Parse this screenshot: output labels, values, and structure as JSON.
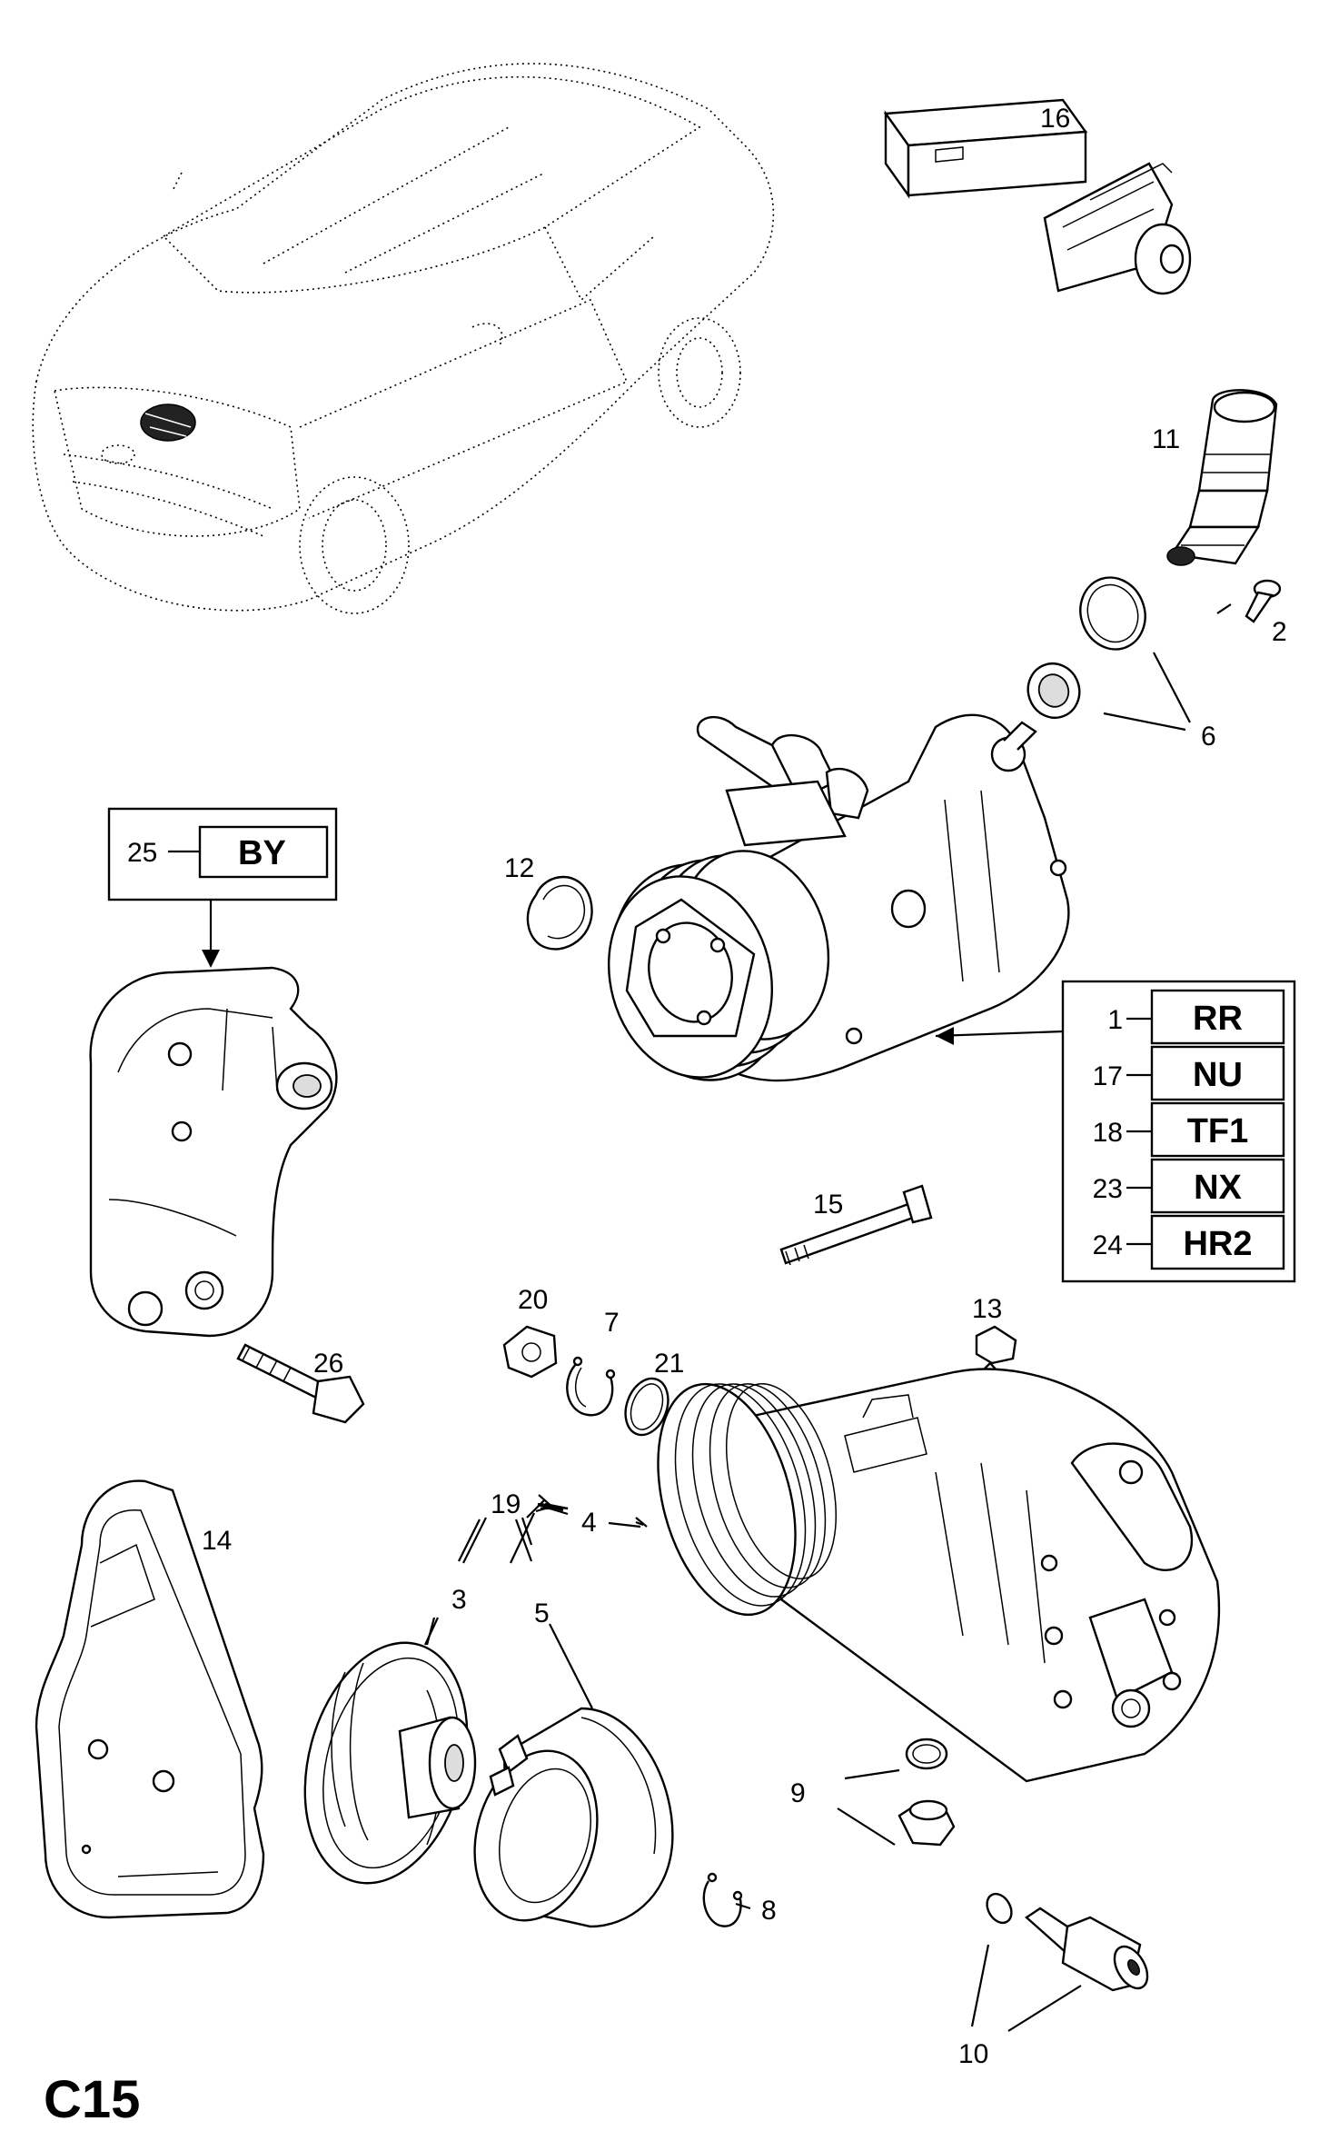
{
  "page_code": "C15",
  "callouts": {
    "p1": "1",
    "p2": "2",
    "p3": "3",
    "p4": "4",
    "p5": "5",
    "p6": "6",
    "p7": "7",
    "p8": "8",
    "p9": "9",
    "p10": "10",
    "p11": "11",
    "p12": "12",
    "p13": "13",
    "p14": "14",
    "p15": "15",
    "p16": "16",
    "p17": "17",
    "p18": "18",
    "p19": "19",
    "p20": "20",
    "p21": "21",
    "p23": "23",
    "p24": "24",
    "p25": "25",
    "p26": "26"
  },
  "bracket_code_box": {
    "number": "25",
    "code": "BY"
  },
  "compressor_code_table": [
    {
      "number": "1",
      "code": "RR"
    },
    {
      "number": "17",
      "code": "NU"
    },
    {
      "number": "18",
      "code": "TF1"
    },
    {
      "number": "23",
      "code": "NX"
    },
    {
      "number": "24",
      "code": "HR2"
    }
  ]
}
